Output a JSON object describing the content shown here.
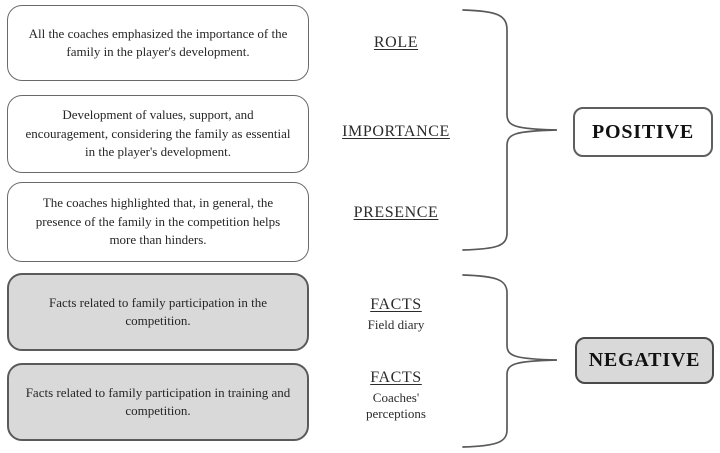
{
  "diagram": {
    "boxes": [
      {
        "text": "All the coaches emphasized the importance of the family in the player's development.",
        "variant": "white"
      },
      {
        "text": "Development of values, support, and encouragement, considering the family as essential in the player's development.",
        "variant": "white"
      },
      {
        "text": "The coaches highlighted that, in general, the presence of the family in the competition helps more than hinders.",
        "variant": "white"
      },
      {
        "text": "Facts related to family participation in the competition.",
        "variant": "gray"
      },
      {
        "text": "Facts related to family participation in training and competition.",
        "variant": "gray"
      }
    ],
    "labels": [
      {
        "title": "ROLE",
        "subtitle": ""
      },
      {
        "title": "IMPORTANCE",
        "subtitle": ""
      },
      {
        "title": "PRESENCE",
        "subtitle": ""
      },
      {
        "title": "FACTS",
        "subtitle": "Field diary"
      },
      {
        "title": "FACTS",
        "subtitle": "Coaches' perceptions"
      }
    ],
    "groups": [
      {
        "label": "POSITIVE",
        "variant": "white"
      },
      {
        "label": "NEGATIVE",
        "variant": "gray"
      }
    ],
    "colors": {
      "white_box_border": "#6a6a6a",
      "gray_box_fill": "#d9d9d9",
      "gray_box_border": "#5a5a5a",
      "brace_stroke": "#595959",
      "text": "#262626"
    }
  }
}
